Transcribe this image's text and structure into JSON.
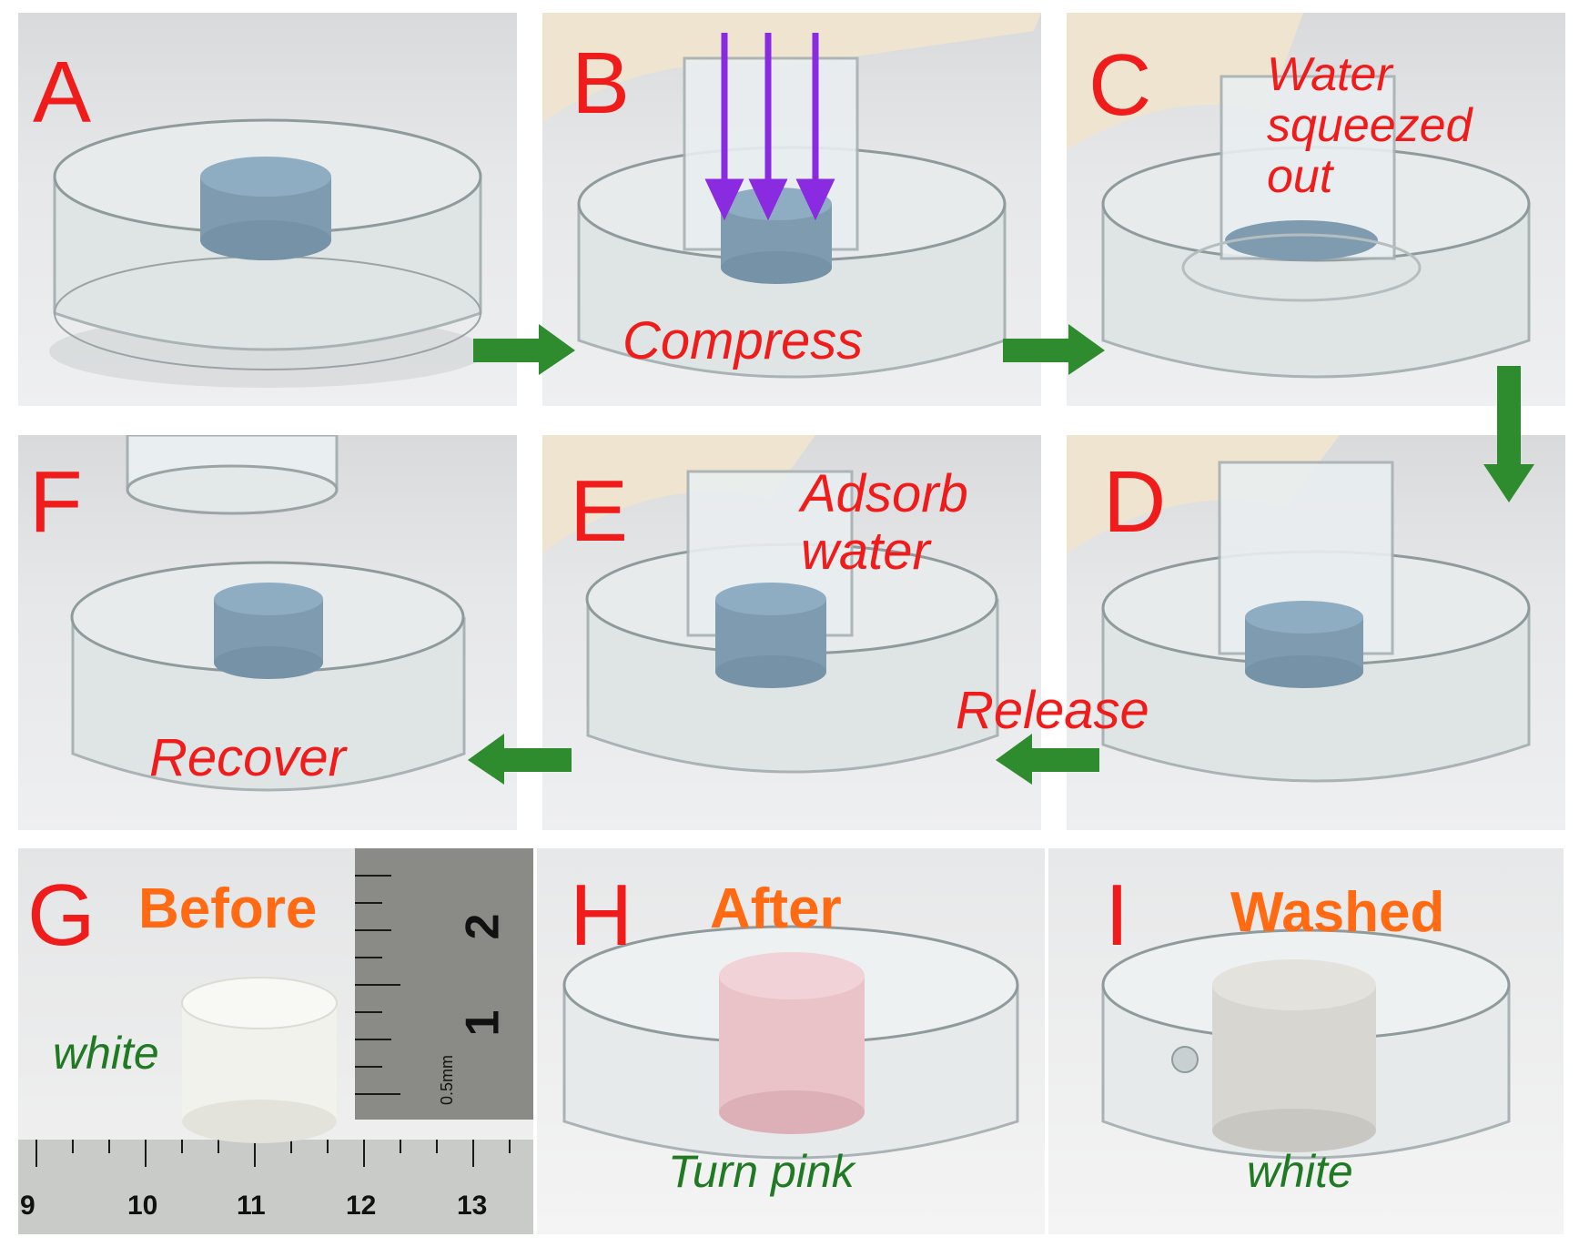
{
  "panels": [
    {
      "letter": "A",
      "label": ""
    },
    {
      "letter": "B",
      "label": "Compress"
    },
    {
      "letter": "C",
      "label": "Water squeezed out",
      "label_lines": [
        "Water",
        "squeezed",
        "out"
      ]
    },
    {
      "letter": "D",
      "label": "Release"
    },
    {
      "letter": "E",
      "label": "Adsorb water",
      "label_lines": [
        "Adsorb",
        "water"
      ]
    },
    {
      "letter": "F",
      "label": "Recover"
    },
    {
      "letter": "G",
      "heading": "Before",
      "note": "white"
    },
    {
      "letter": "H",
      "heading": "After",
      "note": "Turn pink"
    },
    {
      "letter": "I",
      "heading": "Washed",
      "note": "white"
    }
  ],
  "ruler": {
    "bottom_numbers": [
      "9",
      "10",
      "11",
      "12",
      "13"
    ],
    "side_numbers": [
      "2",
      "1"
    ],
    "unit": "0.5mm"
  },
  "colors": {
    "panel_letter": "#f01c1c",
    "process_label": "#f01c1c",
    "heading": "#ff6a13",
    "note": "#1f7a23",
    "flow_arrow": "#2e8b2e",
    "press_arrow": "#8a2be2",
    "sponge_blue": "#7f9bb0",
    "sponge_pink": "#e9c3c8",
    "sponge_white": "#f2f2ec"
  },
  "icons": [
    "arrow-right-icon",
    "arrow-down-icon",
    "arrow-left-icon",
    "press-arrow-icon"
  ]
}
